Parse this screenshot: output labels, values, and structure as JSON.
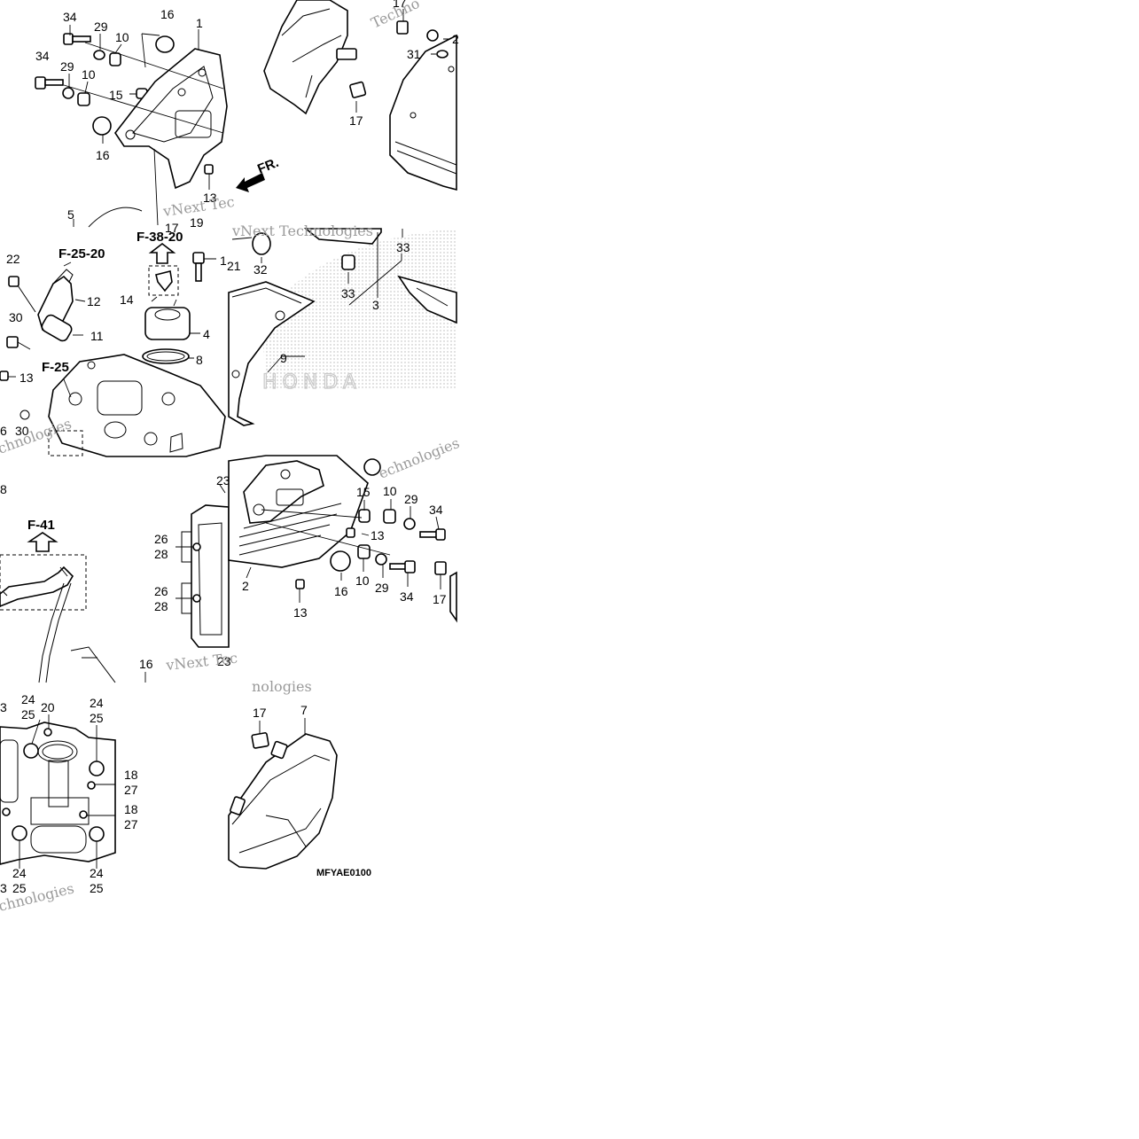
{
  "diagram": {
    "callouts": {
      "c34a": "34",
      "c29a": "29",
      "c10a": "10",
      "c16a": "16",
      "c1": "1",
      "c34b": "34",
      "c29b": "29",
      "c10b": "10",
      "c15a": "15",
      "c16b": "16",
      "c13a": "13",
      "c5": "5",
      "c17a": "17",
      "c19": "19",
      "c17b": "17",
      "c17c": "17",
      "c31": "31",
      "c2top": "2",
      "c22": "22",
      "c12": "12",
      "c30a": "30",
      "c11": "11",
      "c13b": "13",
      "c6": "6",
      "c30b": "30",
      "c14": "14",
      "c1b": "1",
      "c4": "4",
      "c8a": "8",
      "c21": "21",
      "c32": "32",
      "c33a": "33",
      "c33b": "33",
      "c3": "3",
      "c9": "9",
      "c8b": "8",
      "c23a": "23",
      "c26a": "26",
      "c28a": "28",
      "c26b": "26",
      "c28b": "28",
      "c23b": "23",
      "c16c": "16",
      "c15b": "15",
      "c10c": "10",
      "c29c": "29",
      "c34c": "34",
      "c13c": "13",
      "c2": "2",
      "c16d": "16",
      "c10d": "10",
      "c29d": "29",
      "c34d": "34",
      "c17d": "17",
      "c13d": "13",
      "c3b": "3",
      "c24a": "24",
      "c25a": "25",
      "c20": "20",
      "c24b": "24",
      "c25b": "25",
      "c18a": "18",
      "c27a": "27",
      "c18b": "18",
      "c27b": "27",
      "c24c": "24",
      "c25c": "25",
      "c24d": "24",
      "c25d": "25",
      "c3c": "3",
      "c17e": "17",
      "c7": "7"
    },
    "references": {
      "f38_20": "F-38-20",
      "f25_20": "F-25-20",
      "f25": "F-25",
      "f41": "F-41"
    },
    "direction_label": "FR.",
    "brand_mark": "HONDA",
    "diagram_code": "MFYAE0100",
    "watermarks": [
      "vNext Tec",
      "Techno",
      "vNext Technologies",
      "nologies",
      "chnologies",
      "vNext Tec",
      "nologies",
      "echnologies"
    ]
  }
}
